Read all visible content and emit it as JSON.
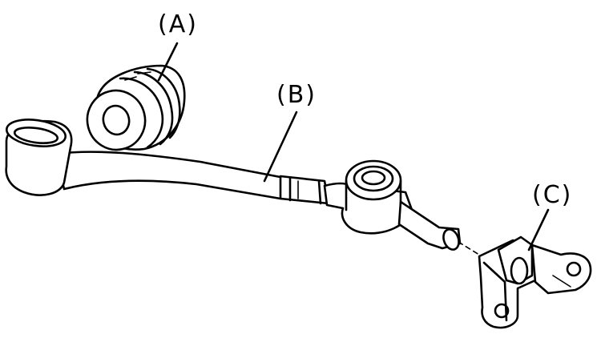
{
  "labels": {
    "a": "(A)",
    "b": "(B)",
    "c": "(C)"
  },
  "colors": {
    "ink": "#000000",
    "paper": "#ffffff"
  }
}
